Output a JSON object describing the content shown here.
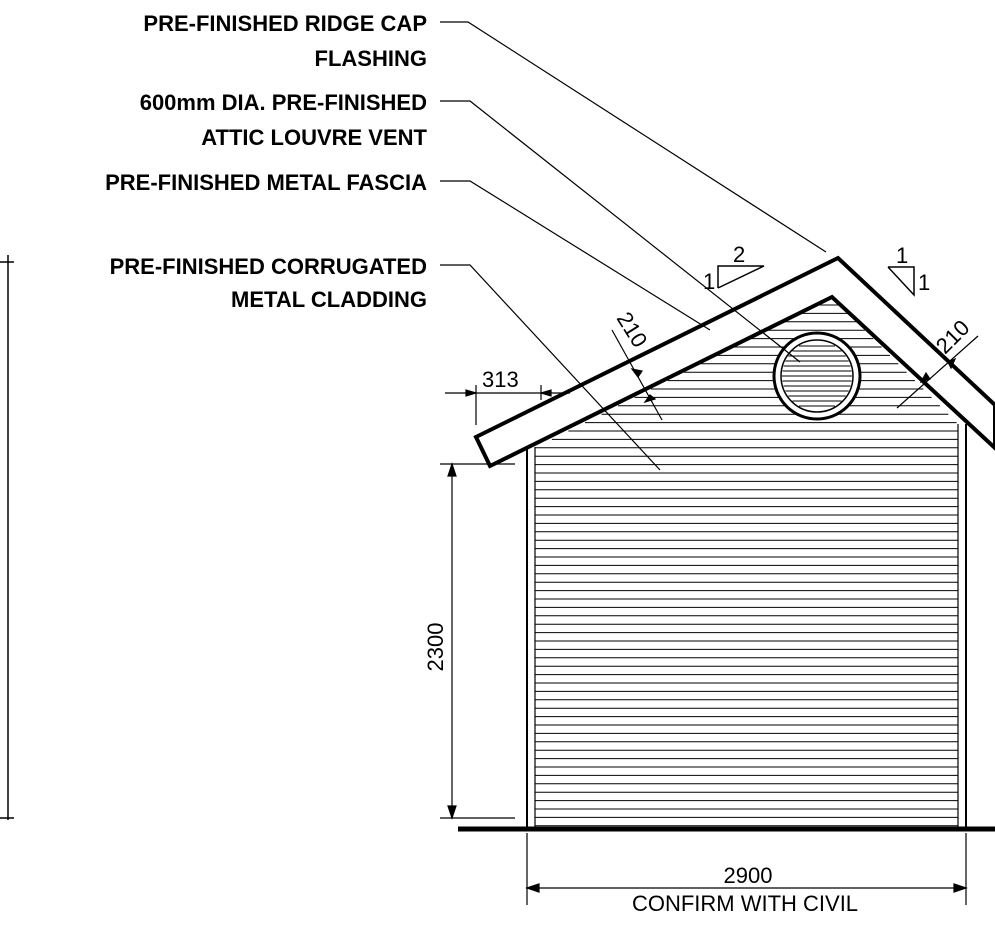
{
  "labels": {
    "ridge_cap": [
      "PRE-FINISHED  RIDGE CAP",
      "FLASHING"
    ],
    "louvre_vent": [
      "600mm DIA. PRE-FINISHED",
      "ATTIC LOUVRE VENT"
    ],
    "fascia": [
      "PRE-FINISHED METAL FASCIA"
    ],
    "cladding": [
      "PRE-FINISHED CORRUGATED",
      "METAL CLADDING"
    ]
  },
  "dimensions": {
    "overhang": "313",
    "fascia_depth_left": "210",
    "fascia_depth_right": "210",
    "wall_height": "2300",
    "width": "2900",
    "width_note": "CONFIRM WITH CIVIL"
  },
  "slopes": {
    "left": {
      "rise": "1",
      "run": "2"
    },
    "right": {
      "rise": "1",
      "run": "1"
    }
  },
  "colors": {
    "line": "#000000",
    "background": "#ffffff"
  }
}
